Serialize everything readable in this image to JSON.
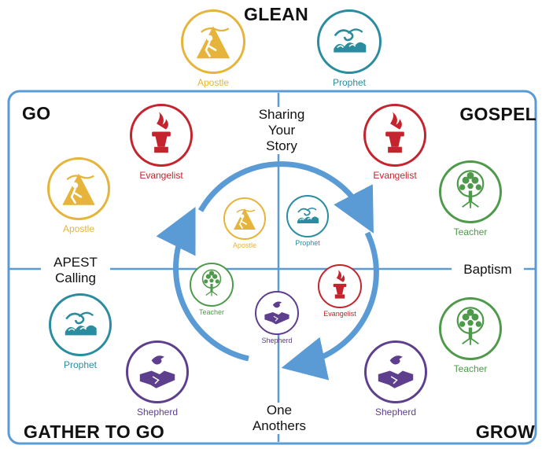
{
  "corners": {
    "top": "GLEAN",
    "top_left": "GO",
    "top_right": "GOSPEL",
    "bottom_left": "GATHER TO GO",
    "bottom_right": "GROW"
  },
  "axes": {
    "top_line1": "Sharing",
    "top_line2": "Your",
    "top_line3": "Story",
    "left_line1": "APEST",
    "left_line2": "Calling",
    "right": "Baptism",
    "bottom_line1": "One",
    "bottom_line2": "Anothers"
  },
  "roles": {
    "apostle": "Apostle",
    "prophet": "Prophet",
    "evangelist": "Evangelist",
    "teacher": "Teacher",
    "shepherd": "Shepherd"
  },
  "colors": {
    "frame": "#5b9bd5",
    "apostle": "#e6b43a",
    "prophet": "#2b8ca0",
    "evangelist": "#c4242d",
    "teacher": "#4e9a4a",
    "shepherd": "#5d3f8e"
  },
  "icons": {
    "apostle": "mountain-climber-icon",
    "prophet": "wave-swirl-icon",
    "evangelist": "torch-icon",
    "teacher": "tree-icon",
    "shepherd": "handshake-dove-icon"
  }
}
